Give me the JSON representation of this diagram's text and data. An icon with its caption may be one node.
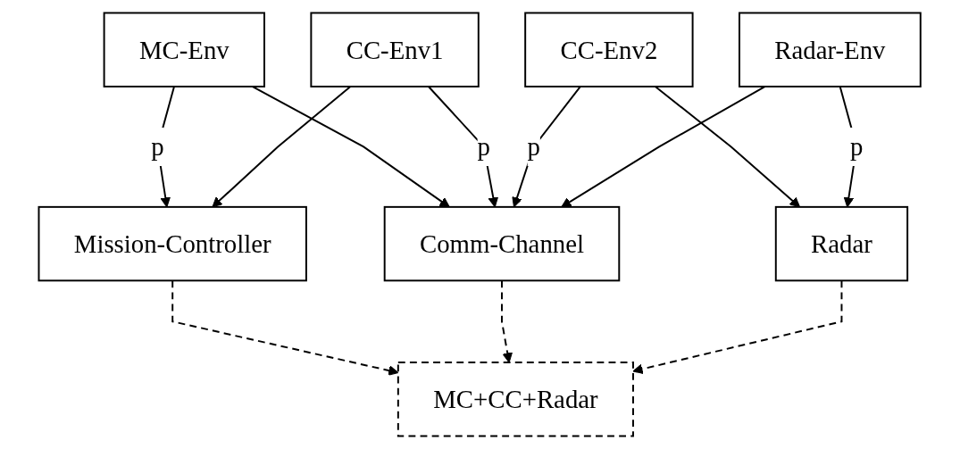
{
  "diagram": {
    "nodes": [
      {
        "text": [
          "MC-Env"
        ]
      },
      {
        "text": [
          "CC-Env1"
        ]
      },
      {
        "text": [
          "CC-Env2"
        ]
      },
      {
        "text": [
          "Radar-Env"
        ]
      },
      {
        "text": [
          "Mission-Controller"
        ]
      },
      {
        "text": [
          "Comm-Channel"
        ]
      },
      {
        "text": [
          "Radar"
        ]
      },
      {
        "text": [
          "MC+CC+Radar"
        ]
      }
    ],
    "edges": [
      {
        "from": 0,
        "to": 4,
        "arrow": "to",
        "label": "p"
      },
      {
        "from": 0,
        "to": 5,
        "arrow": "to"
      },
      {
        "from": 1,
        "to": 4,
        "arrow": "to"
      },
      {
        "from": 1,
        "to": 5,
        "arrow": "to",
        "label": "p"
      },
      {
        "from": 2,
        "to": 5,
        "arrow": "to",
        "label": "p"
      },
      {
        "from": 2,
        "to": 6,
        "arrow": "to"
      },
      {
        "from": 3,
        "to": 5,
        "arrow": "to"
      },
      {
        "from": 3,
        "to": 6,
        "arrow": "to",
        "label": "p"
      },
      {
        "from": 4,
        "to": 7,
        "arrow": "to",
        "style": "dashed"
      },
      {
        "from": 5,
        "to": 7,
        "arrow": "to",
        "style": "dashed"
      },
      {
        "from": 6,
        "to": 7,
        "arrow": "to",
        "style": "dashed"
      }
    ]
  }
}
